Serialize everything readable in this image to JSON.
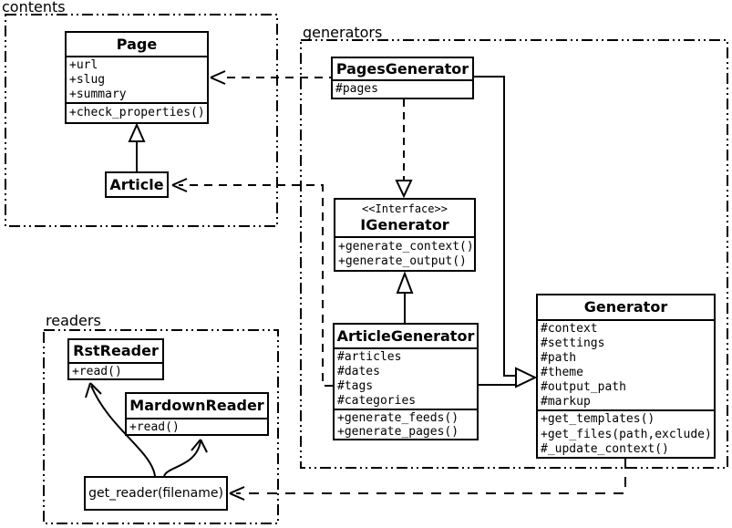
{
  "packages": {
    "contents": {
      "label": "contents"
    },
    "generators": {
      "label": "generators"
    },
    "readers": {
      "label": "readers"
    }
  },
  "classes": {
    "page": {
      "name": "Page",
      "attributes": [
        "+url",
        "+slug",
        "+summary"
      ],
      "methods": [
        "+check_properties()"
      ]
    },
    "article": {
      "name": "Article"
    },
    "pages_generator": {
      "name": "PagesGenerator",
      "attributes": [
        "#pages"
      ]
    },
    "igenerator": {
      "stereotype": "<<Interface>>",
      "name": "IGenerator",
      "methods": [
        "+generate_context()",
        "+generate_output()"
      ]
    },
    "article_generator": {
      "name": "ArticleGenerator",
      "attributes": [
        "#articles",
        "#dates",
        "#tags",
        "#categories"
      ],
      "methods": [
        "+generate_feeds()",
        "+generate_pages()"
      ]
    },
    "generator": {
      "name": "Generator",
      "attributes": [
        "#context",
        "#settings",
        "#path",
        "#theme",
        "#output_path",
        "#markup"
      ],
      "methods": [
        "+get_templates()",
        "+get_files(path,exclude)",
        "#_update_context()"
      ]
    },
    "rst_reader": {
      "name": "RstReader",
      "methods": [
        "+read()"
      ]
    },
    "mardown_reader": {
      "name": "MardownReader",
      "methods": [
        "+read()"
      ]
    },
    "get_reader": {
      "label": "get_reader(filename)"
    }
  },
  "relationships": [
    {
      "from": "Article",
      "to": "Page",
      "type": "generalization"
    },
    {
      "from": "PagesGenerator",
      "to": "IGenerator",
      "type": "realization"
    },
    {
      "from": "ArticleGenerator",
      "to": "IGenerator",
      "type": "generalization"
    },
    {
      "from": "PagesGenerator",
      "to": "Generator",
      "type": "generalization"
    },
    {
      "from": "ArticleGenerator",
      "to": "Generator",
      "type": "generalization"
    },
    {
      "from": "PagesGenerator",
      "to": "Page",
      "type": "dependency"
    },
    {
      "from": "ArticleGenerator",
      "to": "Article",
      "type": "dependency"
    },
    {
      "from": "Generator",
      "to": "get_reader(filename)",
      "type": "dependency"
    },
    {
      "from": "get_reader(filename)",
      "to": "RstReader",
      "type": "arrow"
    },
    {
      "from": "get_reader(filename)",
      "to": "MardownReader",
      "type": "arrow"
    }
  ],
  "colors": {
    "stroke": "#000000",
    "background": "#ffffff"
  }
}
